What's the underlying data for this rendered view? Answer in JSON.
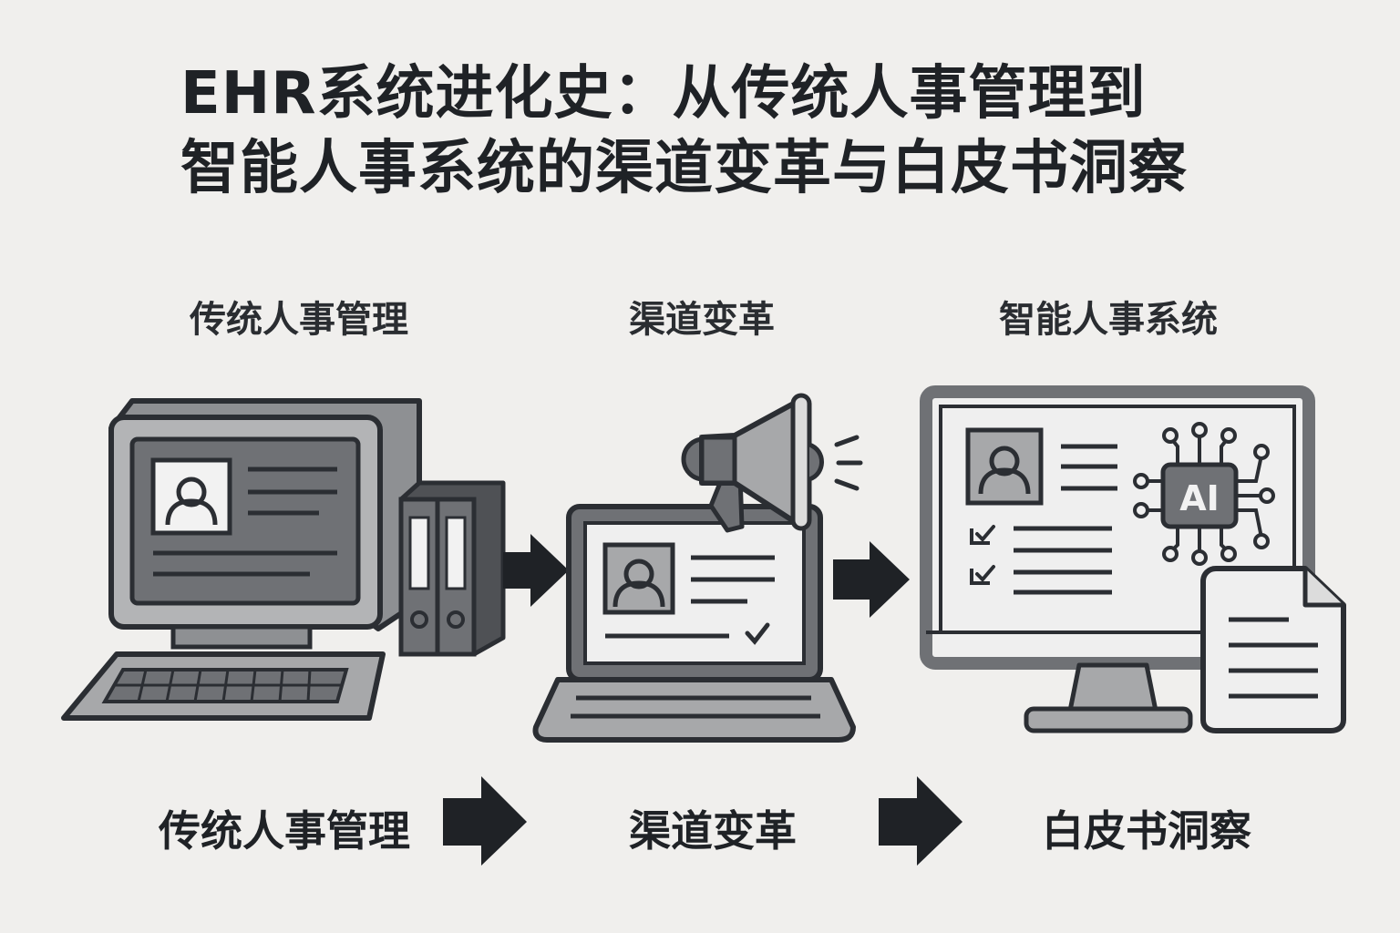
{
  "title": {
    "line1": "EHR系统进化史：从传统人事管理到",
    "line2": "智能人事系统的渠道变革与白皮书洞察"
  },
  "stages": [
    {
      "label": "传统人事管理",
      "icon": "desktop-computer-with-binders"
    },
    {
      "label": "渠道变革",
      "icon": "laptop-with-megaphone"
    },
    {
      "label": "智能人事系统",
      "icon": "monitor-with-ai-chip"
    }
  ],
  "bottom_flow": [
    {
      "label": "传统人事管理"
    },
    {
      "label": "渠道变革"
    },
    {
      "label": "白皮书洞察"
    }
  ],
  "ai_chip_text": "AI",
  "colors": {
    "background": "#f0efed",
    "outline": "#2b2e33",
    "dark_fill": "#6d6f73",
    "mid_fill": "#a7a8aa",
    "light_fill": "#dcdcdc",
    "screen_fill": "#efefef",
    "arrow": "#1f2226"
  }
}
